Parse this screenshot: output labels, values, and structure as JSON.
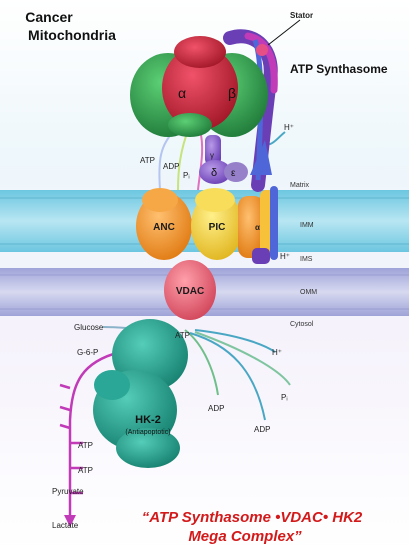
{
  "title": {
    "line1": "Cancer",
    "line2": "Mitochondria"
  },
  "labels": {
    "stator": "Stator",
    "atp_synthasome": "ATP Synthasome",
    "alpha": "α",
    "beta": "β",
    "gamma": "γ",
    "delta": "δ",
    "epsilon": "ε",
    "alpha_c": "α",
    "hplus_top": "H⁺",
    "matrix": "Matrix",
    "atp_matrix": "ATP",
    "adp_matrix": "ADP",
    "pi_matrix": "Pᵢ",
    "anc": "ANC",
    "pic": "PIC",
    "imm": "IMM",
    "ims": "IMS",
    "hplus_ims": "H⁺",
    "omm": "OMM",
    "vdac": "VDAC",
    "cytosol": "Cytosol",
    "glucose": "Glucose",
    "atp_cyto": "ATP",
    "g6p": "G-6-P",
    "hplus_cyto": "H⁺",
    "hk2": "HK-2",
    "hk2_sub": "(Antiapoptotic)",
    "adp_cyto1": "ADP",
    "pi_cyto": "Pᵢ",
    "adp_cyto2": "ADP",
    "atp_gly1": "ATP",
    "atp_gly2": "ATP",
    "pyruvate": "Pyruvate",
    "lactate": "Lactate"
  },
  "caption": {
    "line1": "“ATP Synthasome •VDAC• HK2",
    "line2": "Mega Complex”"
  },
  "colors": {
    "membrane": "#8fd3e6",
    "omm": "#b9bde3",
    "alpha_beta": "#2e9b4e",
    "red": "#d8283a",
    "orange": "#f3952b",
    "yellow": "#f5d13a",
    "vdac": "#e86070",
    "hk2": "#2aa796",
    "purple": "#6a3fb5",
    "magenta": "#c13ab8",
    "caption": "#d31a1a"
  }
}
